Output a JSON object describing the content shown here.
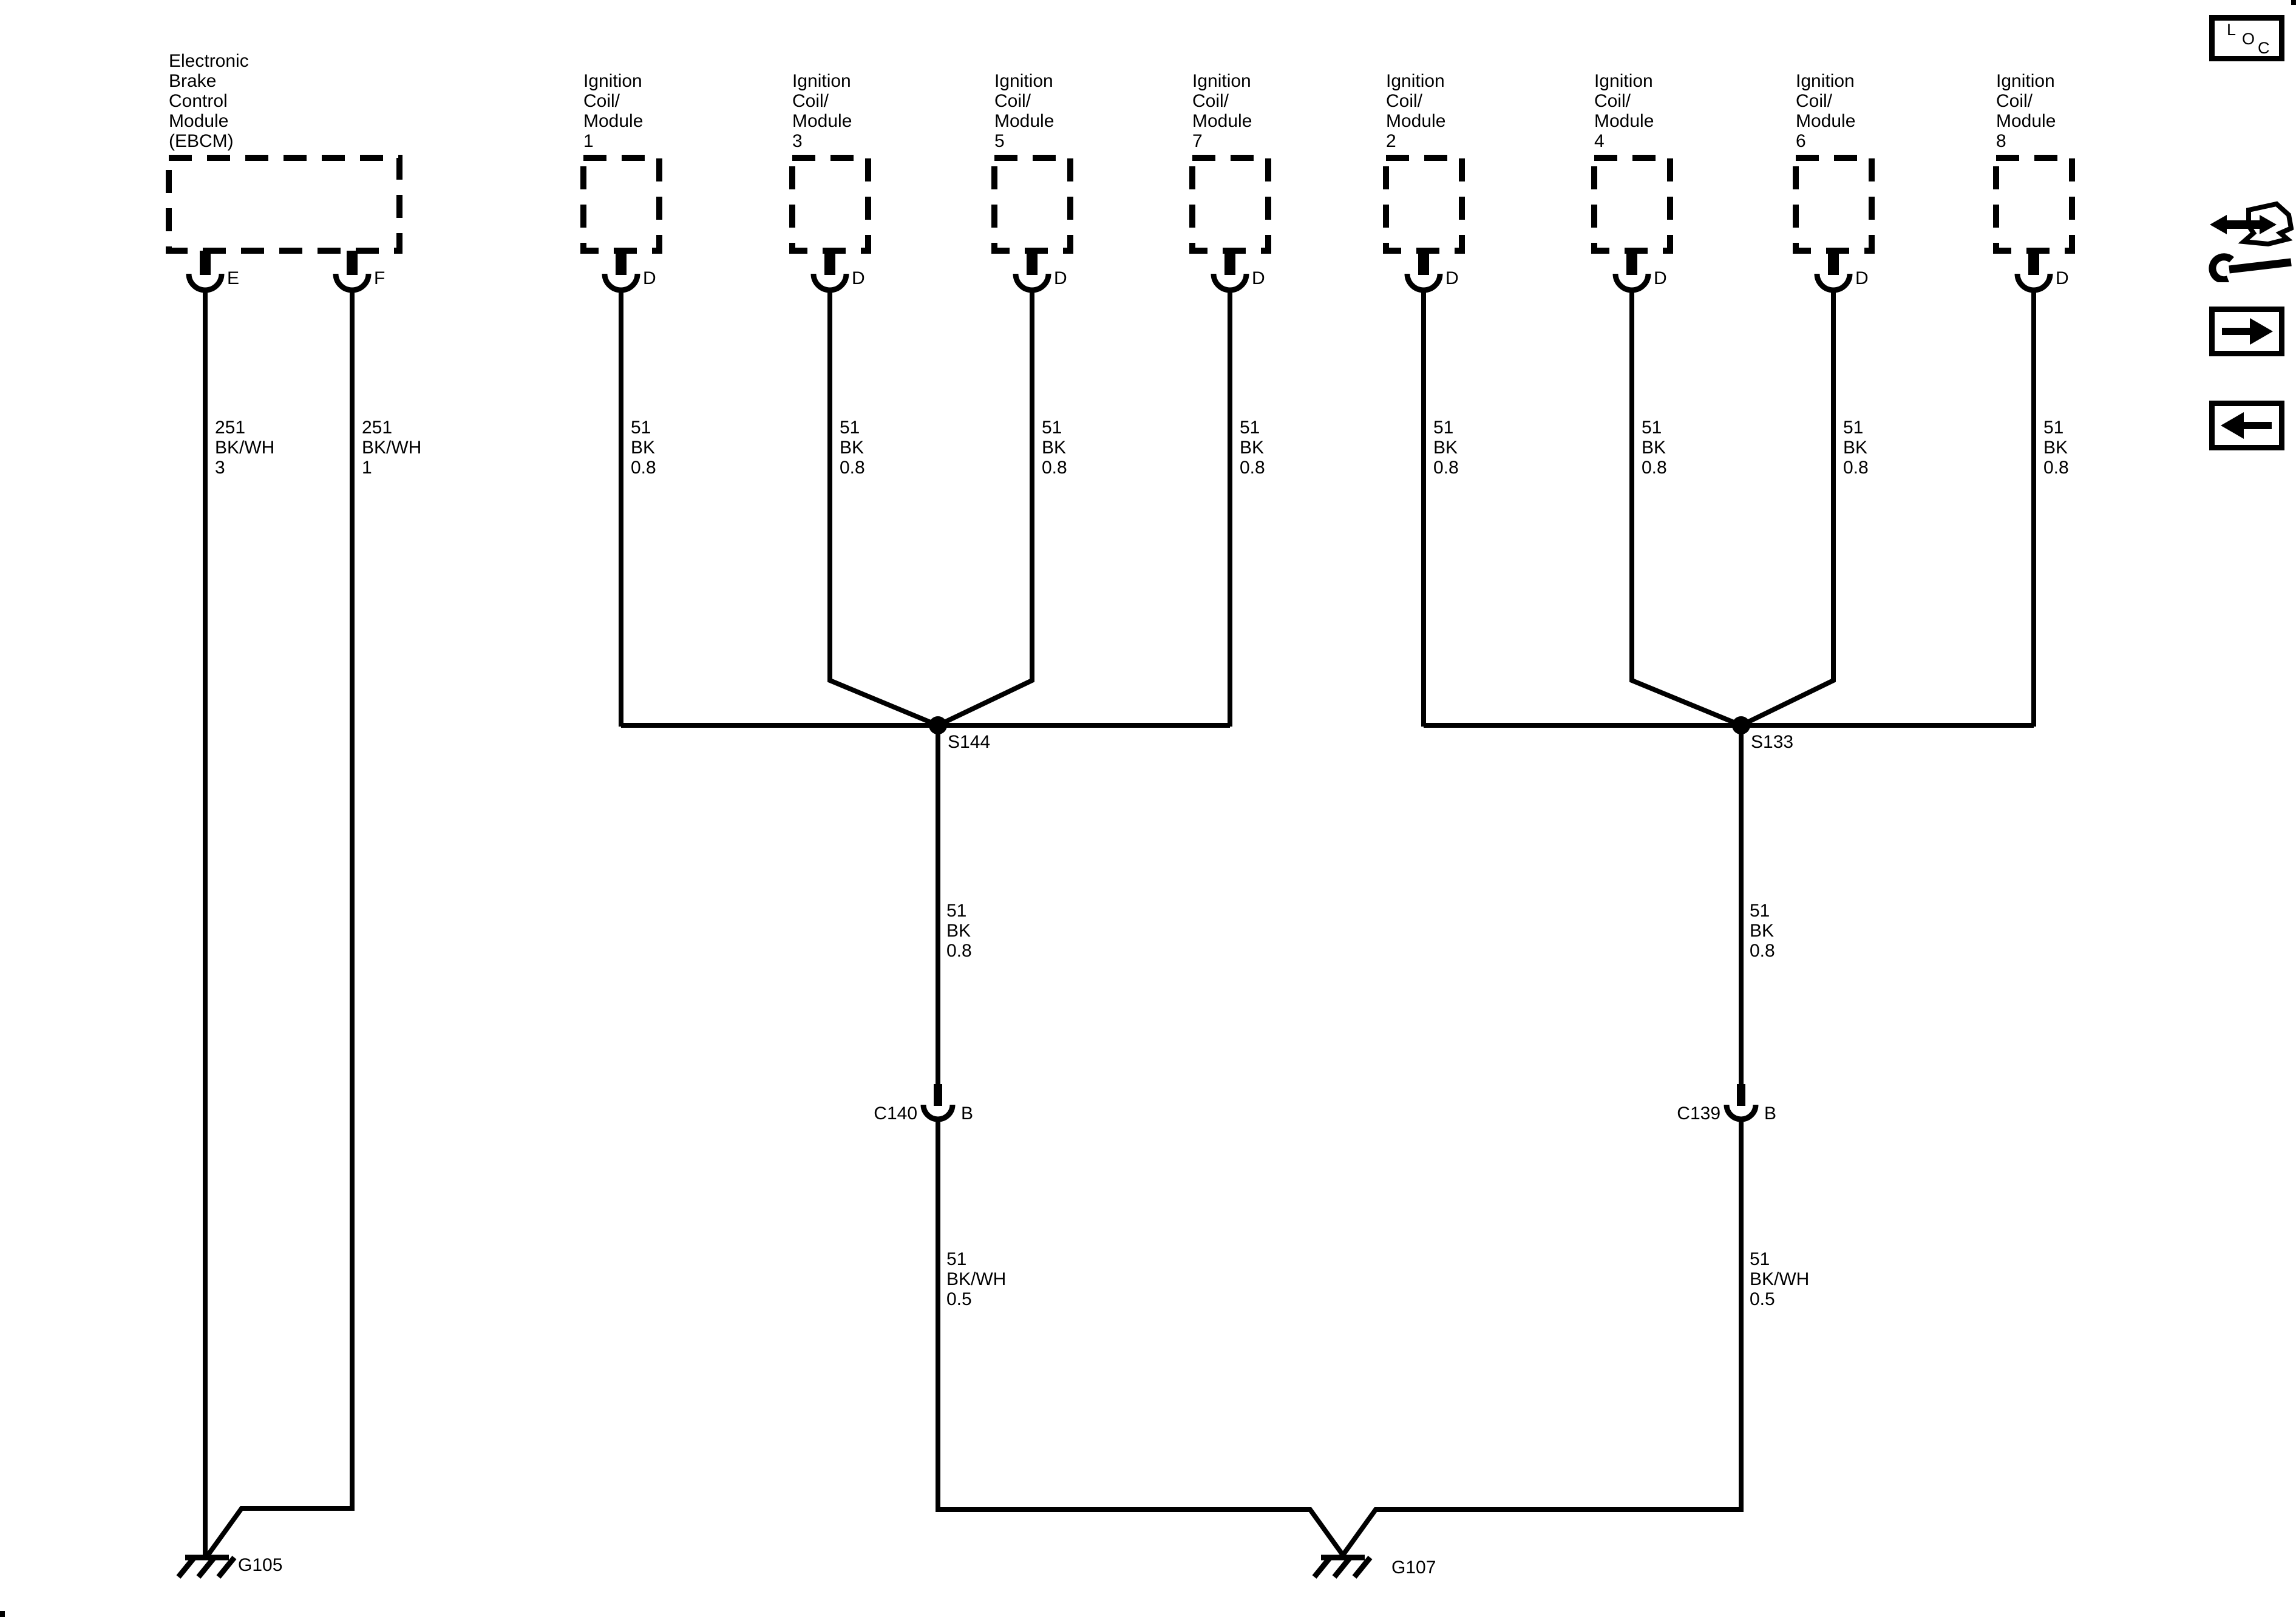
{
  "ebcm": {
    "title": "Electronic\nBrake\nControl\nModule\n(EBCM)",
    "pin_e": "E",
    "pin_f": "F",
    "wire_e": "251\nBK/WH\n3",
    "wire_f": "251\nBK/WH\n1"
  },
  "coils": [
    {
      "title": "Ignition\nCoil/\nModule\n1",
      "pin": "D",
      "wire": "51\nBK\n0.8"
    },
    {
      "title": "Ignition\nCoil/\nModule\n3",
      "pin": "D",
      "wire": "51\nBK\n0.8"
    },
    {
      "title": "Ignition\nCoil/\nModule\n5",
      "pin": "D",
      "wire": "51\nBK\n0.8"
    },
    {
      "title": "Ignition\nCoil/\nModule\n7",
      "pin": "D",
      "wire": "51\nBK\n0.8"
    },
    {
      "title": "Ignition\nCoil/\nModule\n2",
      "pin": "D",
      "wire": "51\nBK\n0.8"
    },
    {
      "title": "Ignition\nCoil/\nModule\n4",
      "pin": "D",
      "wire": "51\nBK\n0.8"
    },
    {
      "title": "Ignition\nCoil/\nModule\n6",
      "pin": "D",
      "wire": "51\nBK\n0.8"
    },
    {
      "title": "Ignition\nCoil/\nModule\n8",
      "pin": "D",
      "wire": "51\nBK\n0.8"
    }
  ],
  "splices": {
    "s144": {
      "label": "S144",
      "wire": "51\nBK\n0.8"
    },
    "s133": {
      "label": "S133",
      "wire": "51\nBK\n0.8"
    }
  },
  "connectors": {
    "c140": {
      "label": "C140",
      "pin": "B",
      "wire": "51\nBK/WH\n0.5"
    },
    "c139": {
      "label": "C139",
      "pin": "B",
      "wire": "51\nBK/WH\n0.5"
    }
  },
  "grounds": {
    "g105": "G105",
    "g107": "G107"
  },
  "icons": {
    "loc": [
      "L",
      "O",
      "C"
    ]
  }
}
